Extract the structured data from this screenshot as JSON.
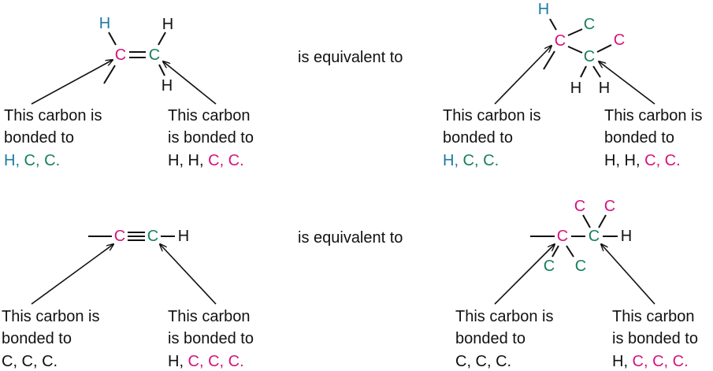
{
  "colors": {
    "magenta": "#d4147f",
    "green": "#17805a",
    "blue": "#1b7aa3",
    "black": "#111111"
  },
  "equivalent_text": "is equivalent to",
  "atoms": {
    "C": "C",
    "H": "H"
  },
  "rows": [
    {
      "left": {
        "label1": [
          "This carbon is",
          "bonded to"
        ],
        "label1_list": [
          "H,",
          " C,",
          " C."
        ],
        "label2": [
          "This carbon",
          "is bonded to"
        ],
        "label2_list": [
          "H, H,",
          " C,",
          " C."
        ]
      },
      "right": {
        "label1": [
          "This carbon is",
          "bonded to"
        ],
        "label1_list": [
          "H,",
          " C,",
          " C."
        ],
        "label2": [
          "This carbon is",
          "bonded to"
        ],
        "label2_list": [
          "H, H,",
          " C,",
          " C."
        ]
      }
    },
    {
      "left": {
        "label1": [
          "This carbon is",
          "bonded to"
        ],
        "label1_list": [
          "C, C, C."
        ],
        "label2": [
          "This carbon",
          "is bonded to"
        ],
        "label2_list": [
          "H,",
          " C, C, C."
        ]
      },
      "right": {
        "label1": [
          "This carbon is",
          "bonded to"
        ],
        "label1_list": [
          "C, C, C."
        ],
        "label2": [
          "This carbon",
          "is bonded to"
        ],
        "label2_list": [
          "H,",
          " C, C, C."
        ]
      }
    }
  ]
}
